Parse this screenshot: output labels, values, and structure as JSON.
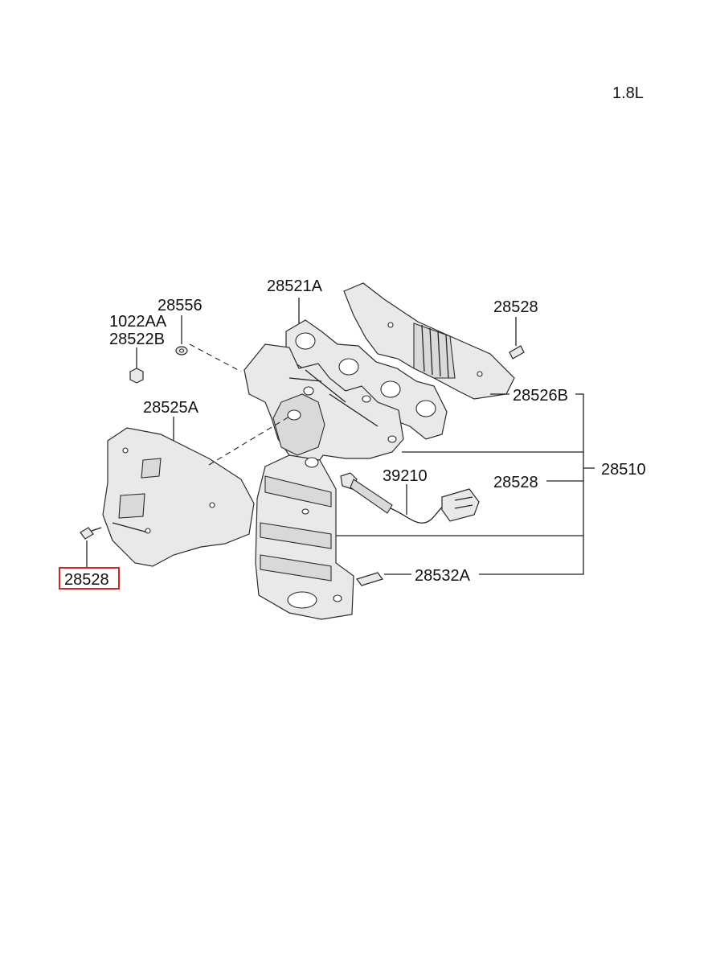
{
  "engine": "1.8L",
  "labels": {
    "p28521A": "28521A",
    "p28556": "28556",
    "p1022AA": "1022AA",
    "p28522B": "28522B",
    "p28528_top": "28528",
    "p28525A": "28525A",
    "p28526B": "28526B",
    "p28510": "28510",
    "p39210": "39210",
    "p28528_mid": "28528",
    "p28528_left": "28528",
    "p28532A": "28532A"
  },
  "highlighted_part": "28528",
  "colors": {
    "highlight": "#e02020",
    "line": "#222222",
    "part_fill": "#e9e9e9"
  }
}
